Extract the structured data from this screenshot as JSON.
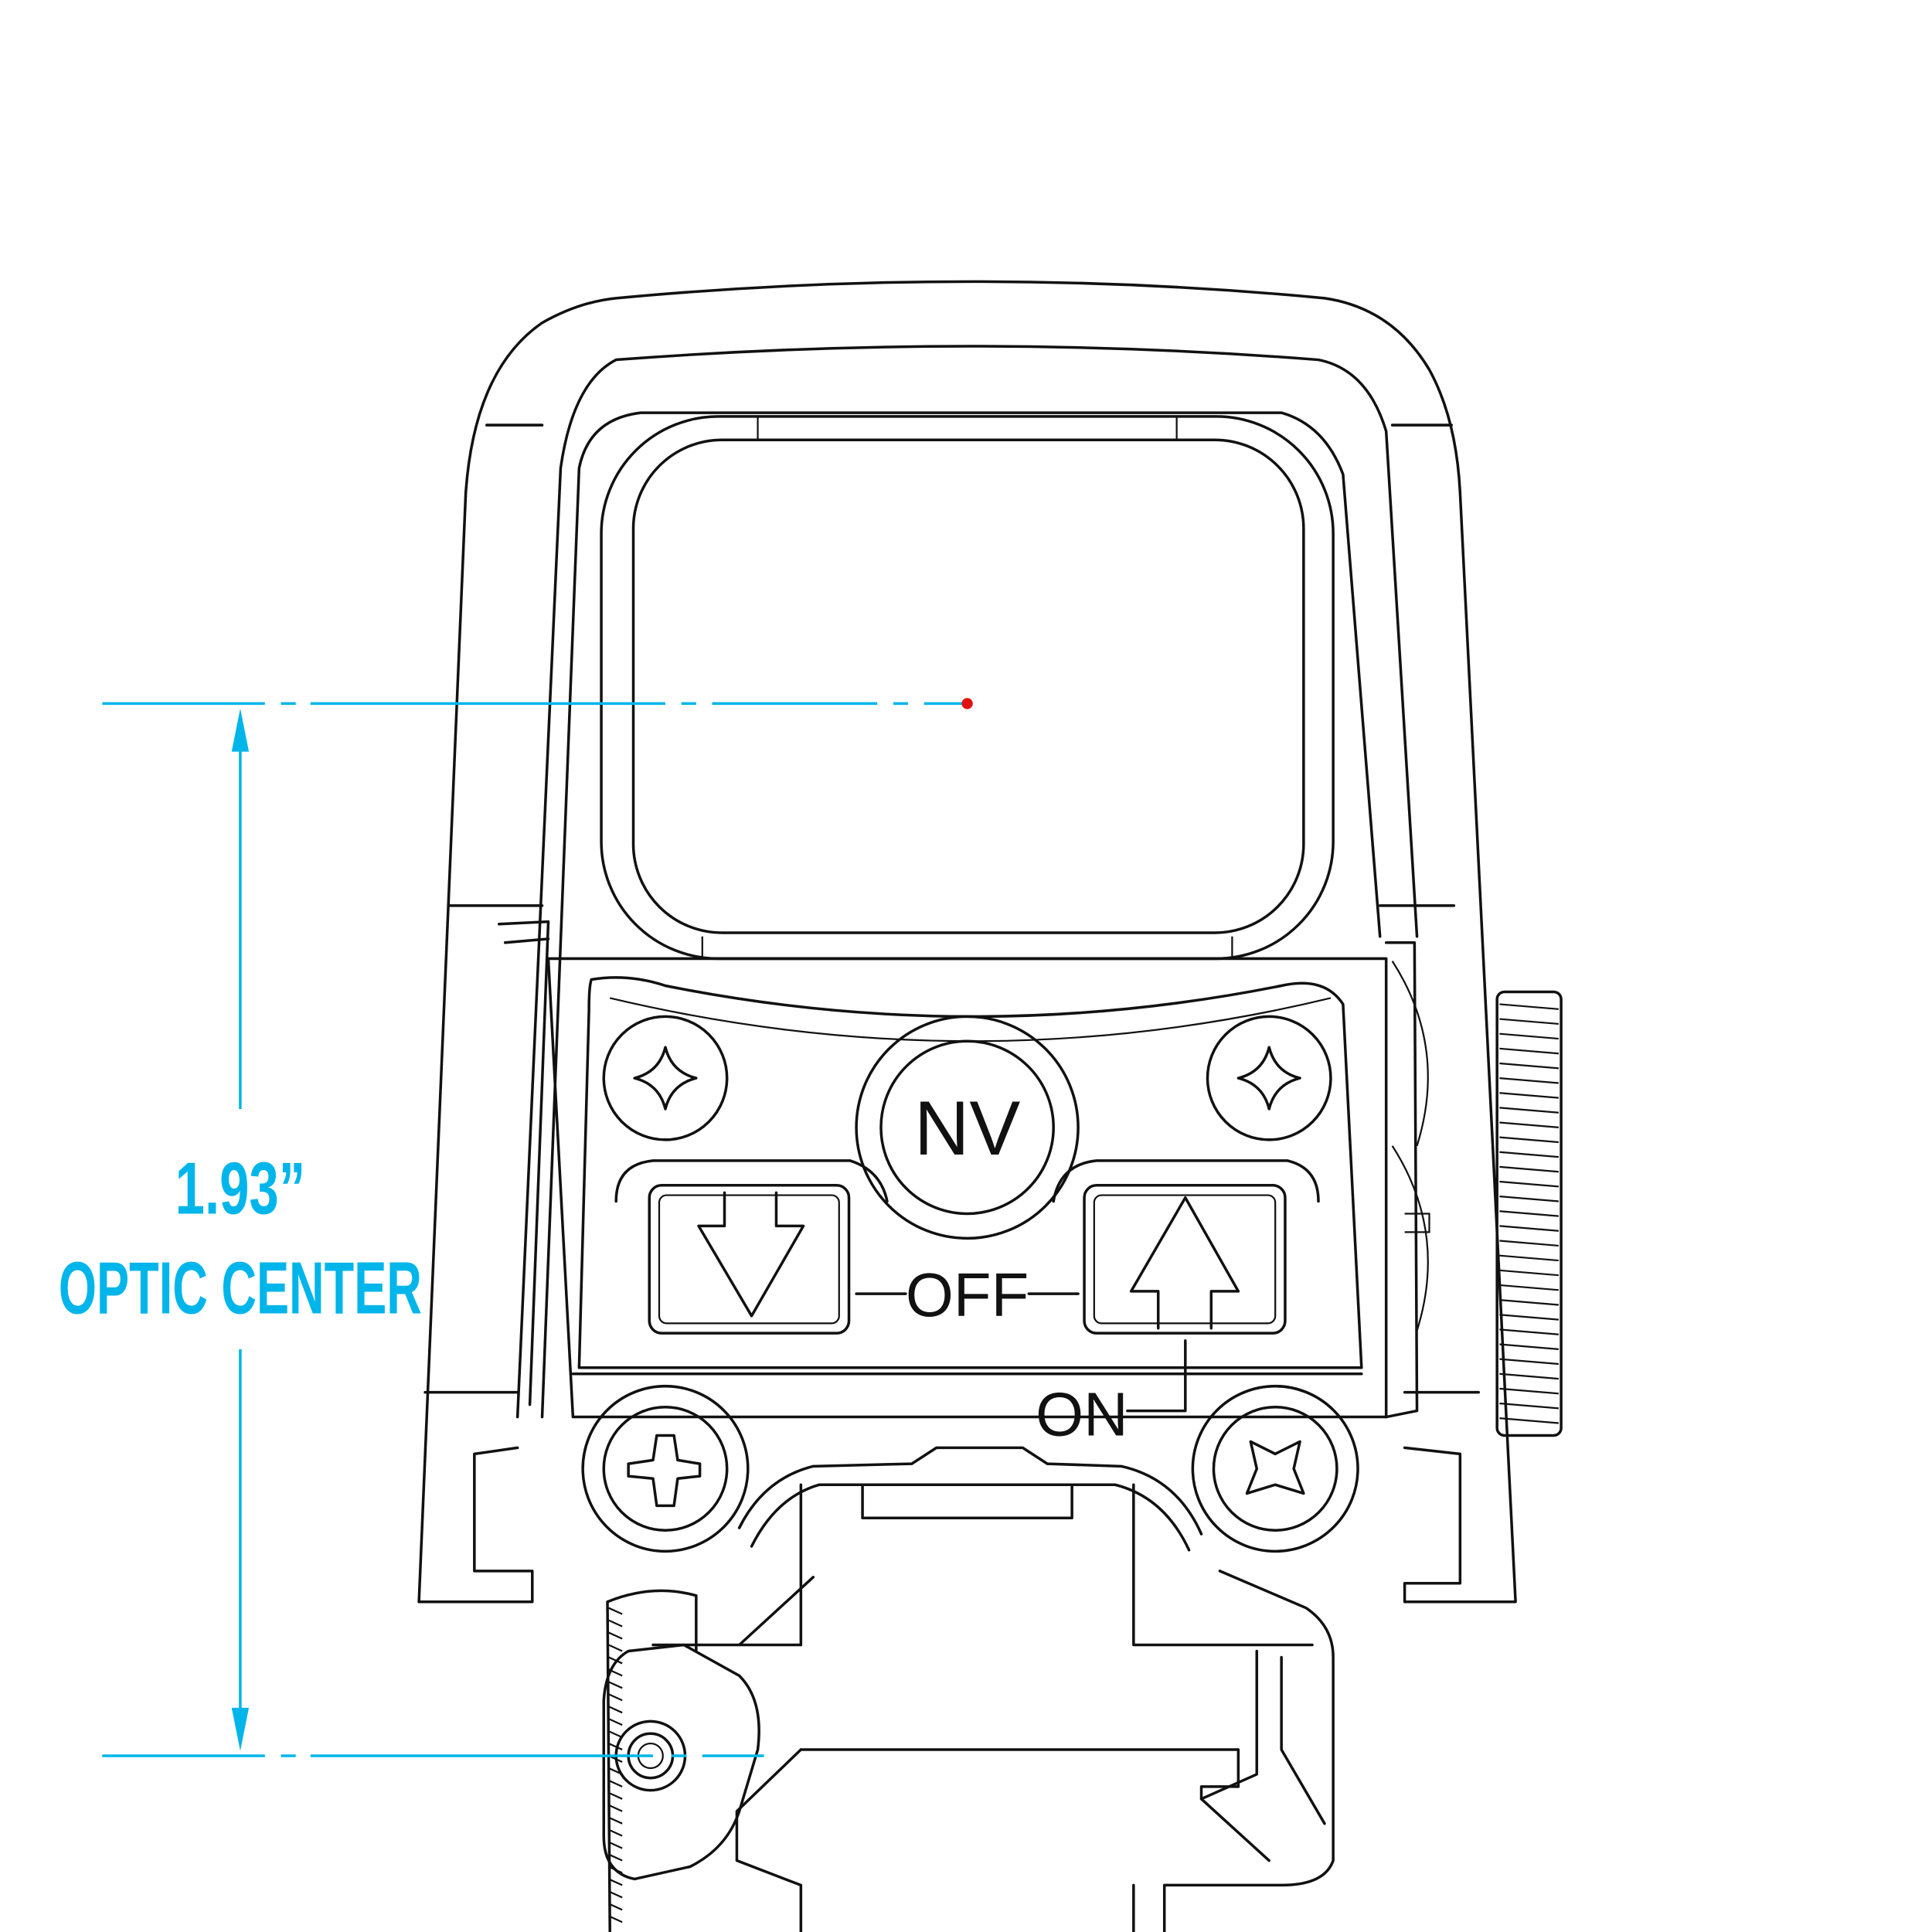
{
  "dimension": {
    "value": "1.93”",
    "label": "OPTIC CENTER",
    "color": "#00b5ea"
  },
  "markings": {
    "nv": "NV",
    "off": "OFF",
    "on": "ON"
  },
  "reticle_dot_color": "#e01010"
}
